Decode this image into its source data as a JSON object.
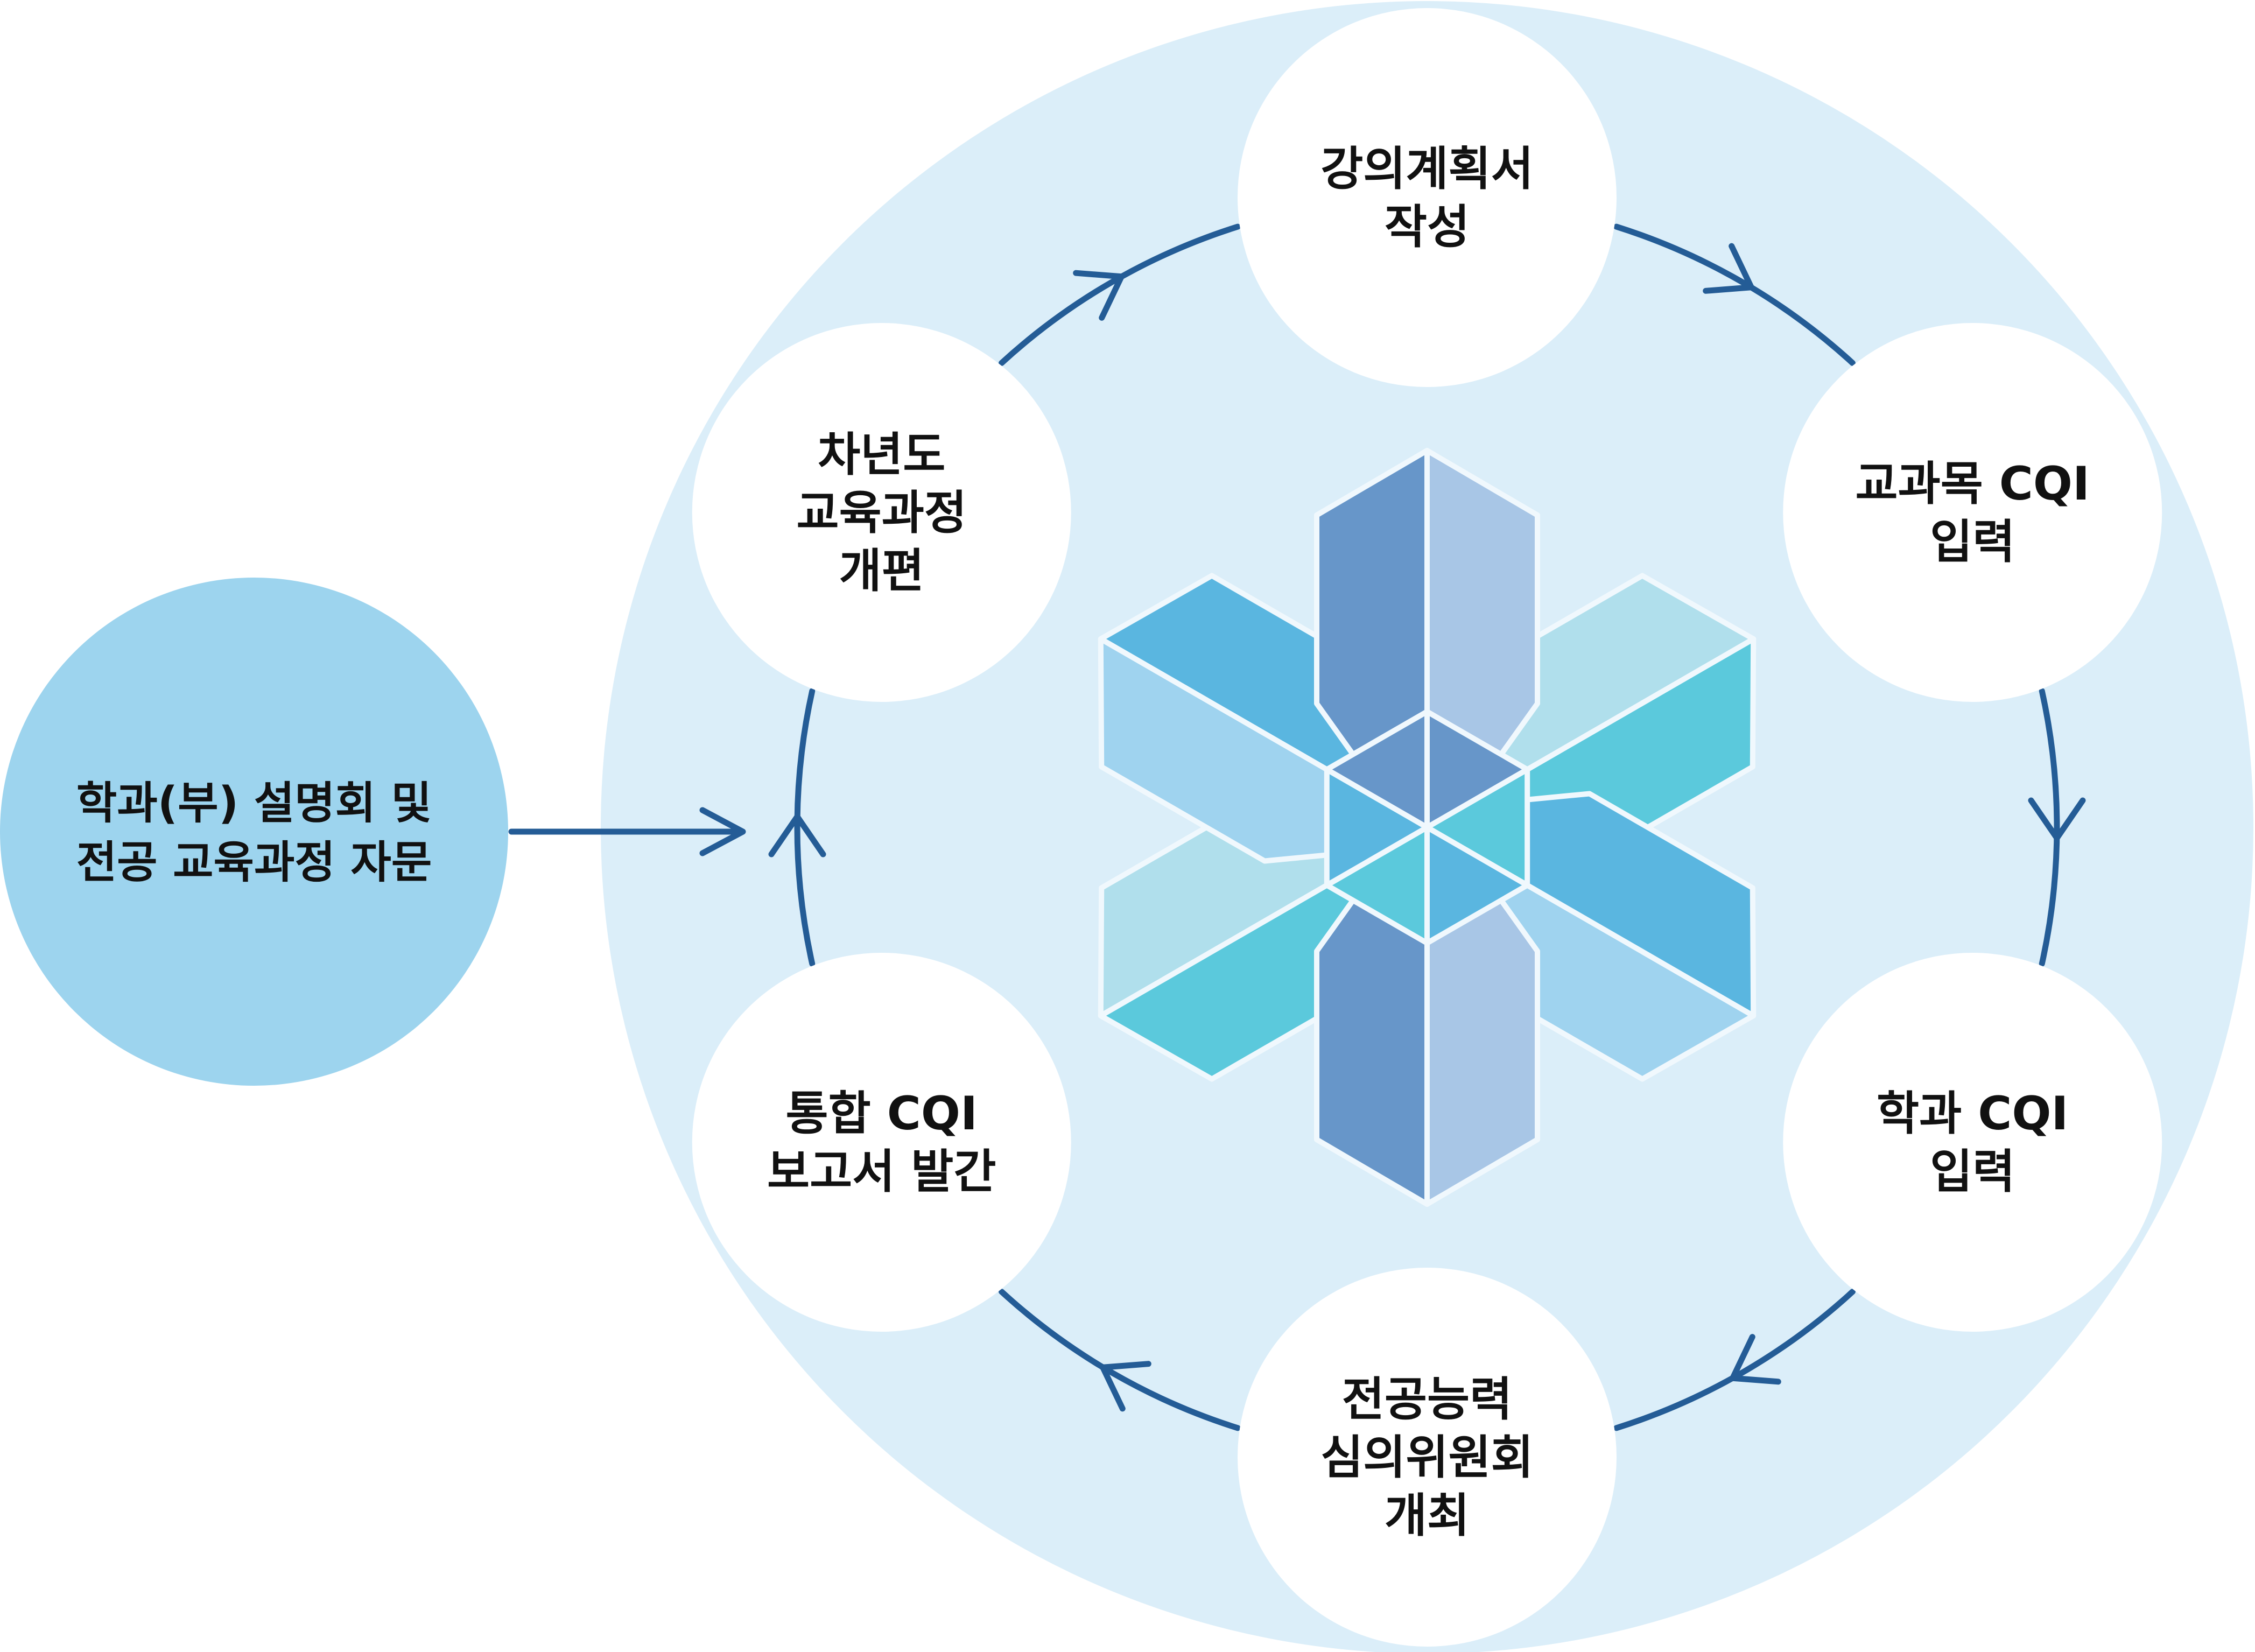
{
  "input_node": {
    "lines": [
      "학과(부) 설명회 및",
      "전공 교육과정 자문"
    ]
  },
  "cycle_nodes": [
    {
      "id": "syllabus",
      "lines": [
        "강의계획서",
        "작성"
      ]
    },
    {
      "id": "course-cqi",
      "lines": [
        "교과목 CQI",
        "입력"
      ]
    },
    {
      "id": "dept-cqi",
      "lines": [
        "학과 CQI",
        "입력"
      ]
    },
    {
      "id": "committee",
      "lines": [
        "전공능력",
        "심의위원회",
        "개최"
      ]
    },
    {
      "id": "report",
      "lines": [
        "통합 CQI",
        "보고서 발간"
      ]
    },
    {
      "id": "revision",
      "lines": [
        "차년도",
        "교육과정",
        "개편"
      ]
    }
  ],
  "colors": {
    "outer_circle": "#dbeef9",
    "input_circle": "#9dd4ee",
    "node_circle": "#ffffff",
    "arrow": "#245c96",
    "snowflake_blue_dark": "#6796c9",
    "snowflake_blue_light": "#a8c6e6",
    "snowflake_sky": "#5ab6e0",
    "snowflake_sky_light": "#9fd3ef",
    "snowflake_teal": "#5bc9dc",
    "snowflake_pale": "#b0dfec",
    "snowflake_outline": "#f0f8fd"
  },
  "center_emblem": "snowflake-hexagon-logo"
}
